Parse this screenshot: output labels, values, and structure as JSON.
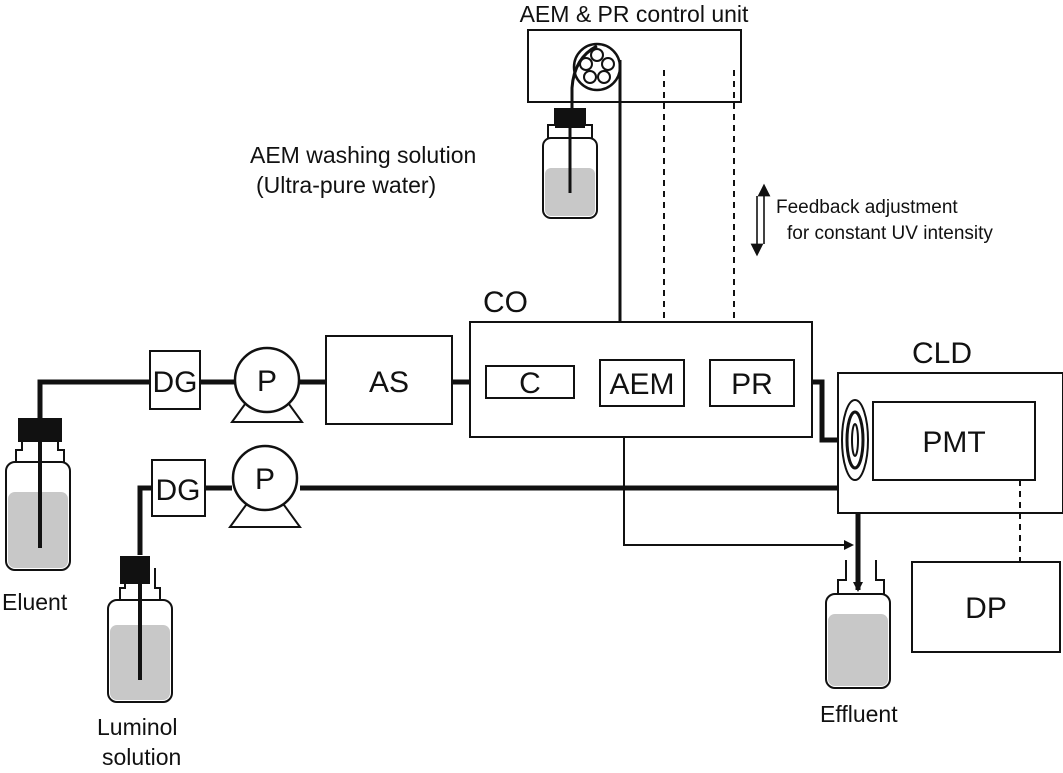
{
  "labels": {
    "control_unit": "AEM & PR control unit",
    "washing_line1": "AEM washing solution",
    "washing_line2": "(Ultra-pure water)",
    "feedback_line1": "Feedback adjustment",
    "feedback_line2": "for constant UV intensity",
    "co": "CO",
    "cld": "CLD",
    "dg_eluent": "DG",
    "dg_luminol": "DG",
    "pump_eluent": "P",
    "pump_luminol": "P",
    "as": "AS",
    "column": "C",
    "aem": "AEM",
    "pr": "PR",
    "pmt": "PMT",
    "dp": "DP",
    "eluent": "Eluent",
    "luminol_line1": "Luminol",
    "luminol_line2": "solution",
    "effluent": "Effluent"
  },
  "colors": {
    "line": "#111111",
    "liquid": "#c8c8c8",
    "background": "#ffffff"
  }
}
